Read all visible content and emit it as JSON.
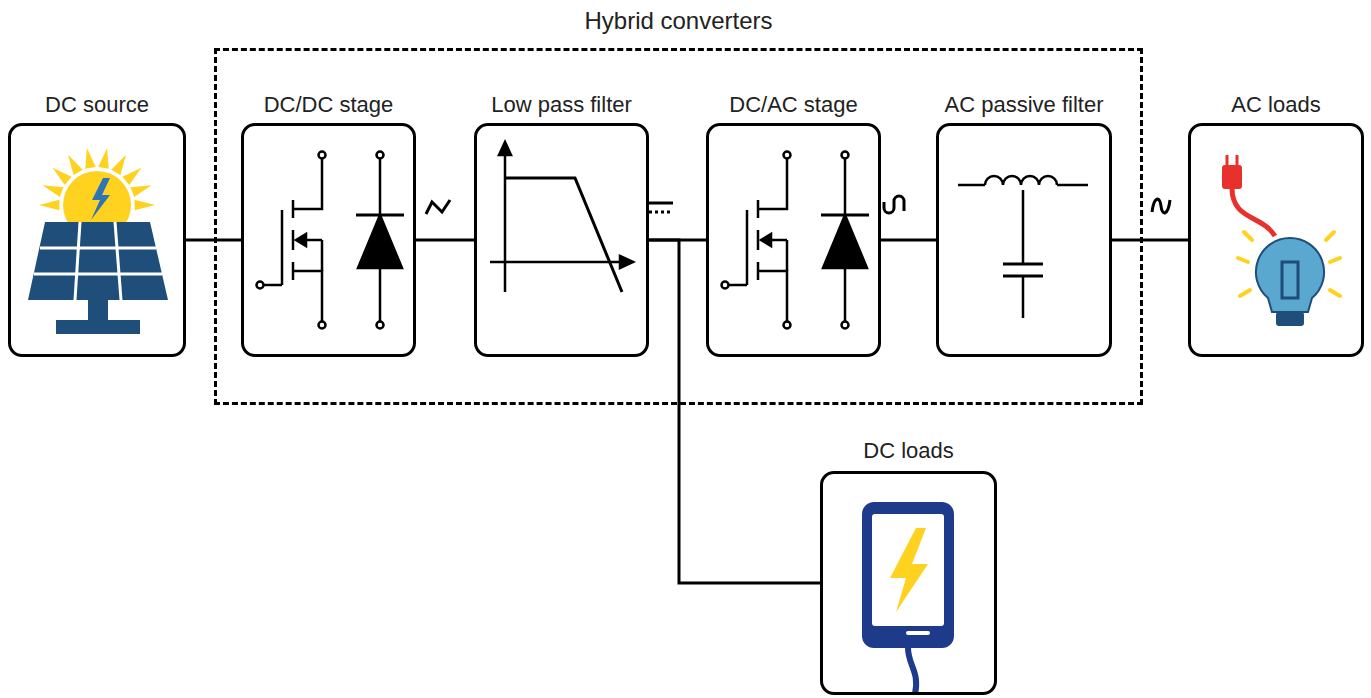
{
  "diagram": {
    "nodes": [
      {
        "text": [
          "DC source"
        ]
      },
      {
        "text": [
          "Hybrid converters"
        ]
      },
      {
        "text": [
          "DC/DC stage"
        ],
        "in": 1
      },
      {
        "text": [
          "Low pass filter"
        ],
        "in": 1
      },
      {
        "text": [
          "DC/AC stage"
        ],
        "in": 1
      },
      {
        "text": [
          "AC passive filter"
        ],
        "in": 1
      },
      {
        "text": [
          "AC loads"
        ]
      },
      {
        "text": [
          "DC loads"
        ]
      }
    ],
    "edges": [
      {
        "from": 0,
        "to": 2,
        "arrow": "none"
      },
      {
        "from": 2,
        "to": 3,
        "arrow": "none"
      },
      {
        "from": 3,
        "to": 4,
        "arrow": "none"
      },
      {
        "from": 4,
        "to": 5,
        "arrow": "none"
      },
      {
        "from": 5,
        "to": 6,
        "arrow": "none"
      },
      {
        "from": 3,
        "to": 7,
        "arrow": "none"
      }
    ]
  }
}
